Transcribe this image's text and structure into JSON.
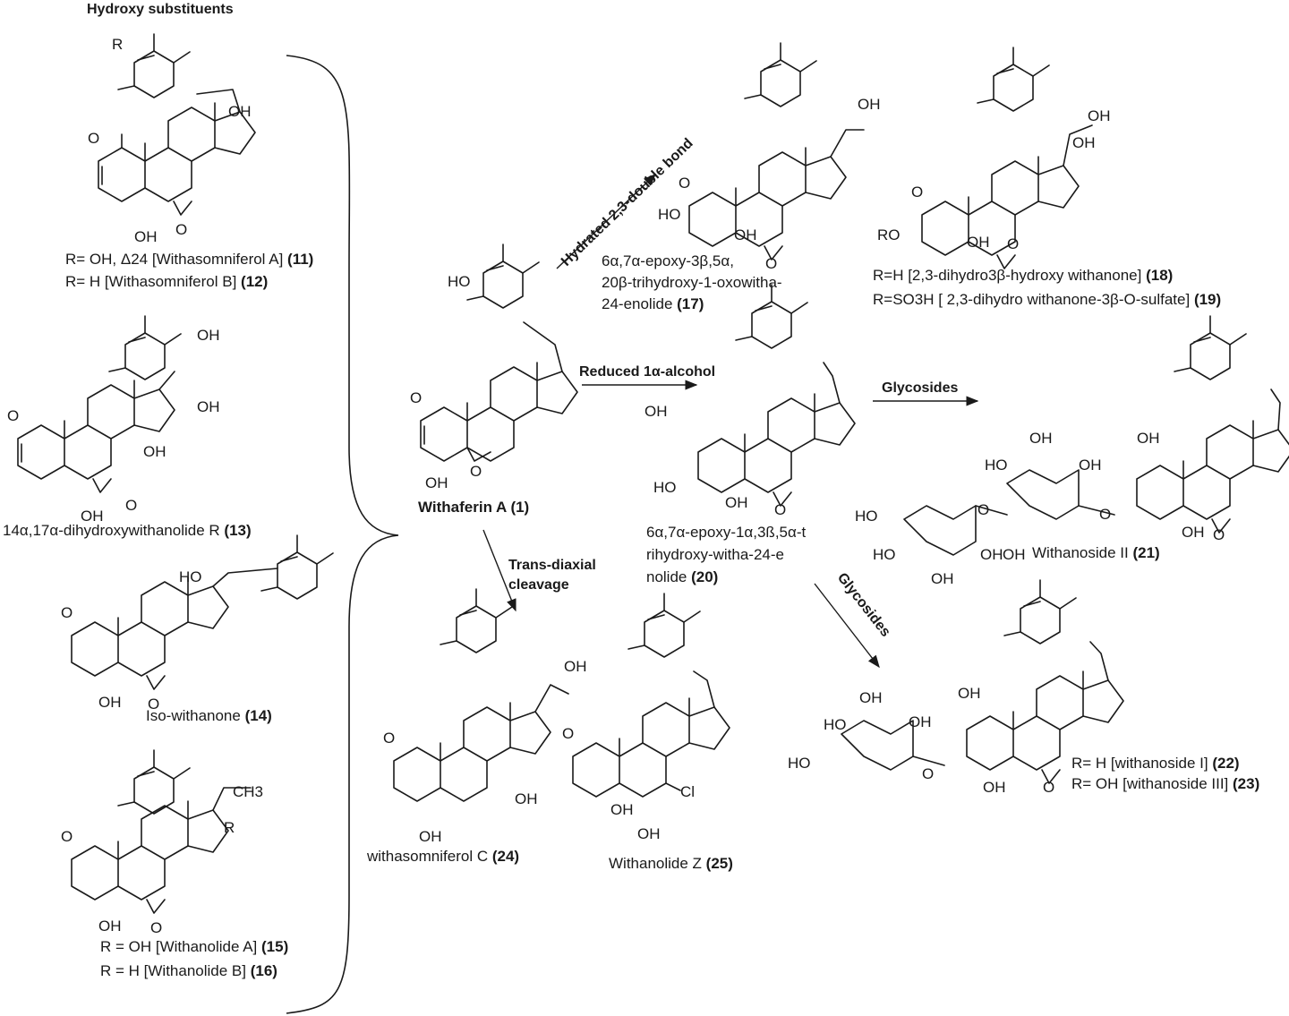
{
  "title": "Hydroxy substituents",
  "center": {
    "name": "Withaferin A",
    "num": "(1)"
  },
  "arrows": {
    "hydrated": "Hydrated 2,3-double bond",
    "reduced": "Reduced 1α-alcohol",
    "glycosides_right": "Glycosides",
    "glycosides_diag": "Glycosides",
    "transdiaxial_1": "Trans-diaxial",
    "transdiaxial_2": "cleavage"
  },
  "compounds": {
    "c11": {
      "text": "R= OH, Δ24 [Withasomniferol A]",
      "num": "(11)"
    },
    "c12": {
      "text": "R= H [Withasomniferol B]",
      "num": "(12)"
    },
    "c13": {
      "text": "14α,17α-dihydroxywithanolide R",
      "num": "(13)"
    },
    "c14": {
      "text": "Iso-withanone",
      "num": "(14)"
    },
    "c15": {
      "text": "R = OH [Withanolide A]",
      "num": "(15)"
    },
    "c16": {
      "text": "R = H [Withanolide B]",
      "num": "(16)"
    },
    "c17": {
      "line1": "6α,7α-epoxy-3β,5α,",
      "line2": "20β-trihydroxy-1-oxowitha-",
      "line3": "24-enolide",
      "num": "(17)"
    },
    "c18": {
      "text": "R=H [2,3-dihydro3β-hydroxy withanone]",
      "num": "(18)"
    },
    "c19": {
      "text": "R=SO3H [ 2,3-dihydro withanone-3β-O-sulfate]",
      "num": "(19)"
    },
    "c20": {
      "line1": "6α,7α-epoxy-1α,3ß,5α-t",
      "line2": "rihydroxy-witha-24-e",
      "line3": "nolide",
      "num": "(20)"
    },
    "c21": {
      "text": "Withanoside II",
      "num": "(21)"
    },
    "c22": {
      "text": "R= H [withanoside I]",
      "num": "(22)"
    },
    "c23": {
      "text": "R= OH [withanoside III]",
      "num": "(23)"
    },
    "c24": {
      "text": "withasomniferol C",
      "num": "(24)"
    },
    "c25": {
      "text": "Withanolide Z",
      "num": "(25)"
    }
  },
  "atoms": {
    "oh": "OH",
    "ho": "HO",
    "o": "O",
    "r": "R",
    "ro": "RO",
    "cl": "Cl",
    "ch3": "CH3"
  }
}
